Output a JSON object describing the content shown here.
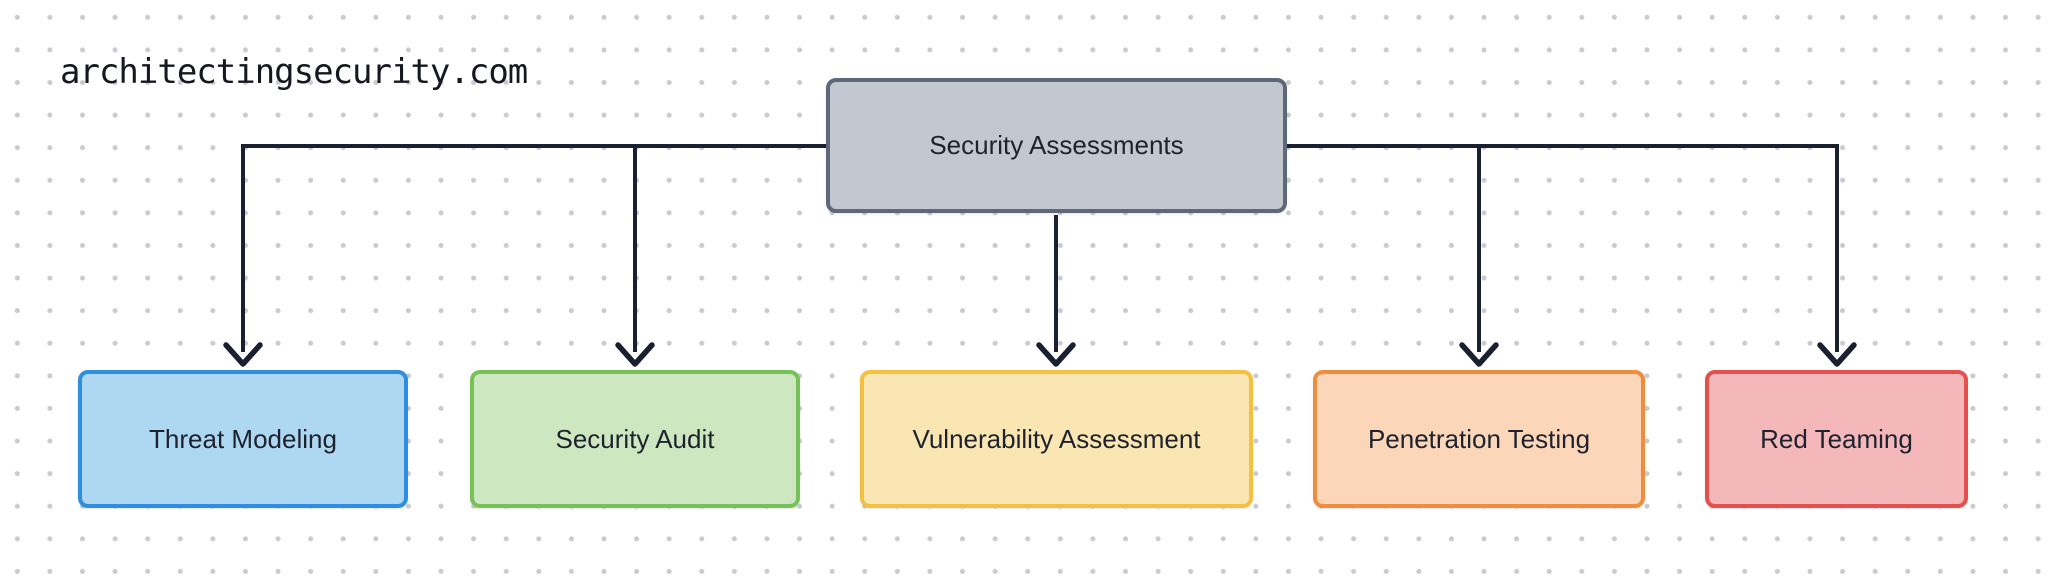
{
  "watermark": {
    "text": "architectingsecurity.com"
  },
  "diagram": {
    "connector_color": "#1a2030",
    "background_dot_color": "#c9cbd0",
    "root": {
      "label": "Security Assessments",
      "fill": "#c3c7d0",
      "border": "#5f6878"
    },
    "children": [
      {
        "label": "Threat Modeling",
        "fill": "#aed7f2",
        "border": "#2e8fe0"
      },
      {
        "label": "Security Audit",
        "fill": "#cde7c0",
        "border": "#77c258"
      },
      {
        "label": "Vulnerability Assessment",
        "fill": "#fae6b2",
        "border": "#f2c142"
      },
      {
        "label": "Penetration Testing",
        "fill": "#fbd6b8",
        "border": "#ef8d3e"
      },
      {
        "label": "Red Teaming",
        "fill": "#f4b8ba",
        "border": "#e4504e"
      }
    ]
  }
}
